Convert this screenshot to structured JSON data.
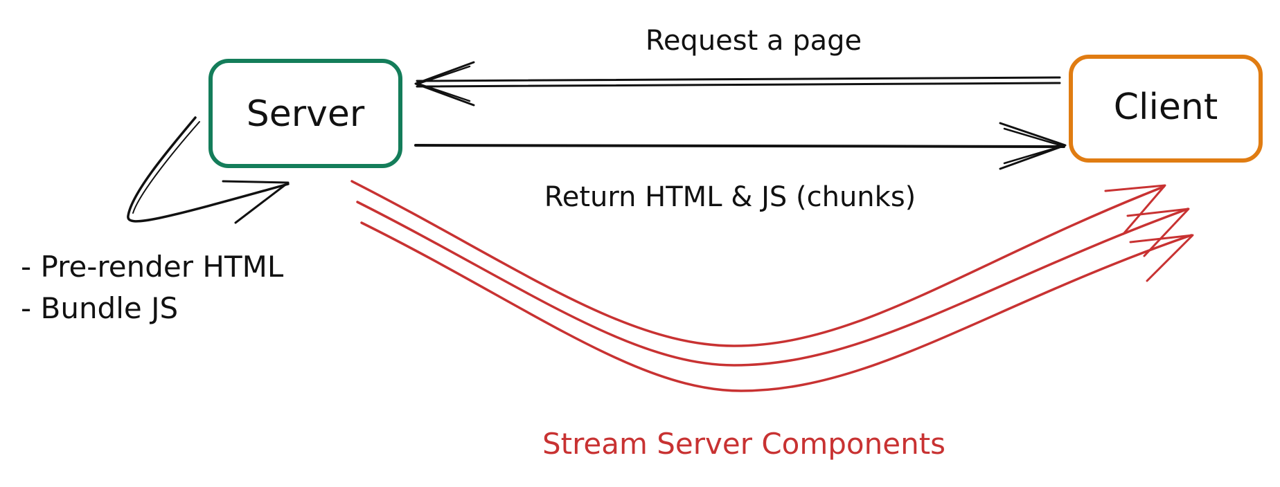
{
  "diagram": {
    "nodes": {
      "server": {
        "label": "Server",
        "color": "#147d5a"
      },
      "client": {
        "label": "Client",
        "color": "#e07c12"
      }
    },
    "edges": {
      "request": {
        "label": "Request a page"
      },
      "response": {
        "label": "Return HTML & JS (chunks)"
      },
      "stream": {
        "label": "Stream Server Components",
        "color": "#c83232"
      }
    },
    "server_tasks": [
      "- Pre-render HTML",
      "- Bundle JS"
    ]
  }
}
